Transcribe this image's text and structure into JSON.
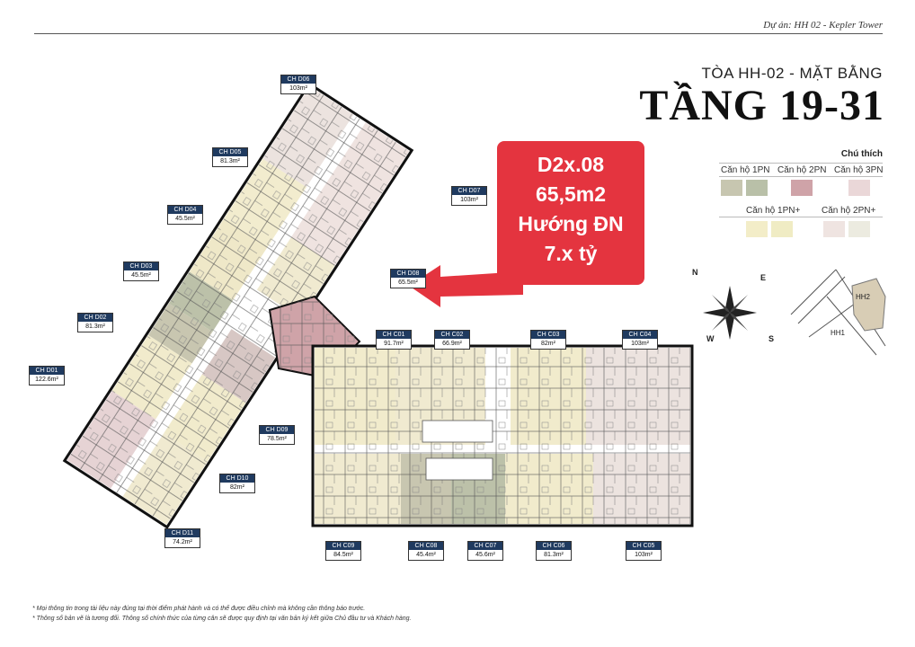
{
  "header": {
    "project": "Dự án: HH 02 - Kepler Tower",
    "subtitle": "TÒA HH-02 - MẶT BẰNG",
    "title": "TẦNG 19-31"
  },
  "legend": {
    "title": "Chú thích",
    "row1": [
      {
        "label": "Căn hộ 1PN",
        "colors": [
          "#c7c6b0",
          "#b9c0a8"
        ]
      },
      {
        "label": "Căn hộ 2PN",
        "colors": [
          "#cfa3a8"
        ]
      },
      {
        "label": "Căn hộ 3PN",
        "colors": [
          "#ead7d8"
        ]
      }
    ],
    "row2": [
      {
        "label": "Căn hộ 1PN+",
        "colors": [
          "#f3edc8",
          "#f0ecc4"
        ]
      },
      {
        "label": "Căn hộ 2PN+",
        "colors": [
          "#efe4e1",
          "#ecebe0"
        ]
      }
    ]
  },
  "promo": {
    "line1": "D2x.08",
    "line2": "65,5m2",
    "line3": "Hướng ĐN",
    "line4": "7.x tỷ",
    "color": "#e4343f"
  },
  "units": [
    {
      "name": "CH D06",
      "area": "103m²"
    },
    {
      "name": "CH D05",
      "area": "81.3m²"
    },
    {
      "name": "CH D04",
      "area": "45.5m²"
    },
    {
      "name": "CH D03",
      "area": "45.5m²"
    },
    {
      "name": "CH D02",
      "area": "81.3m²"
    },
    {
      "name": "CH D01",
      "area": "122.6m²"
    },
    {
      "name": "CH D07",
      "area": "103m²"
    },
    {
      "name": "CH D08",
      "area": "65.5m²"
    },
    {
      "name": "CH D09",
      "area": "78.5m²"
    },
    {
      "name": "CH D10",
      "area": "82m²"
    },
    {
      "name": "CH D11",
      "area": "74.2m²"
    },
    {
      "name": "CH C01",
      "area": "91.7m²"
    },
    {
      "name": "CH C02",
      "area": "66.9m²"
    },
    {
      "name": "CH C03",
      "area": "82m²"
    },
    {
      "name": "CH C04",
      "area": "103m²"
    },
    {
      "name": "CH C09",
      "area": "84.5m²"
    },
    {
      "name": "CH C08",
      "area": "45.4m²"
    },
    {
      "name": "CH C07",
      "area": "45.6m²"
    },
    {
      "name": "CH C06",
      "area": "81.3m²"
    },
    {
      "name": "CH C05",
      "area": "103m²"
    }
  ],
  "compass": {
    "n": "N",
    "e": "E",
    "s": "S",
    "w": "W"
  },
  "site": {
    "hh1": "HH1",
    "hh2": "HH2"
  },
  "notes": [
    "* Mọi thông tin trong tài liệu này đúng tại thời điểm phát hành và có thể được điều chỉnh mà không cần thông báo trước.",
    "* Thông số bản vẽ là tương đối. Thông số chính thức của từng căn sẽ được quy định tại văn bản ký kết giữa Chủ đầu tư và Khách hàng."
  ]
}
